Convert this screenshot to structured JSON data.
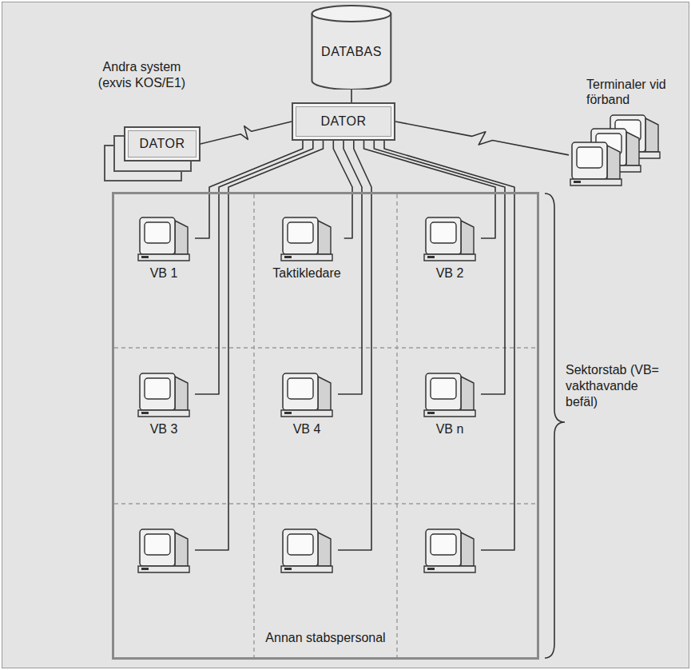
{
  "diagram": {
    "nodes": [
      {
        "text": [
          "DATABAS"
        ]
      },
      {
        "text": [
          "DATOR"
        ]
      },
      {
        "text": [
          "Andra system (exvis KOS/E1)",
          "DATOR"
        ]
      },
      {
        "text": [
          "Terminaler vid förband"
        ]
      },
      {
        "text": [
          "Annan stabspersonal",
          "Sektorstab (VB= vakthavande befäl)"
        ]
      },
      {
        "text": [
          "VB 1"
        ],
        "in": 4
      },
      {
        "text": [
          "Taktikledare"
        ],
        "in": 4
      },
      {
        "text": [
          "VB 2"
        ],
        "in": 4
      },
      {
        "text": [
          "VB 3"
        ],
        "in": 4
      },
      {
        "text": [
          "VB 4"
        ],
        "in": 4
      },
      {
        "text": [
          "VB n"
        ],
        "in": 4
      },
      {
        "text": [],
        "in": 4
      },
      {
        "text": [],
        "in": 4
      },
      {
        "text": [],
        "in": 4
      }
    ],
    "edges": [
      {
        "from": 0,
        "to": 1,
        "arrow": "none"
      },
      {
        "from": 1,
        "to": 2,
        "arrow": "none"
      },
      {
        "from": 1,
        "to": 3,
        "arrow": "none"
      },
      {
        "from": 1,
        "to": 5,
        "arrow": "none"
      },
      {
        "from": 1,
        "to": 6,
        "arrow": "none"
      },
      {
        "from": 1,
        "to": 7,
        "arrow": "none"
      },
      {
        "from": 1,
        "to": 8,
        "arrow": "none"
      },
      {
        "from": 1,
        "to": 9,
        "arrow": "none"
      },
      {
        "from": 1,
        "to": 10,
        "arrow": "none"
      },
      {
        "from": 1,
        "to": 11,
        "arrow": "none"
      },
      {
        "from": 1,
        "to": 12,
        "arrow": "none"
      },
      {
        "from": 1,
        "to": 13,
        "arrow": "none"
      }
    ]
  }
}
